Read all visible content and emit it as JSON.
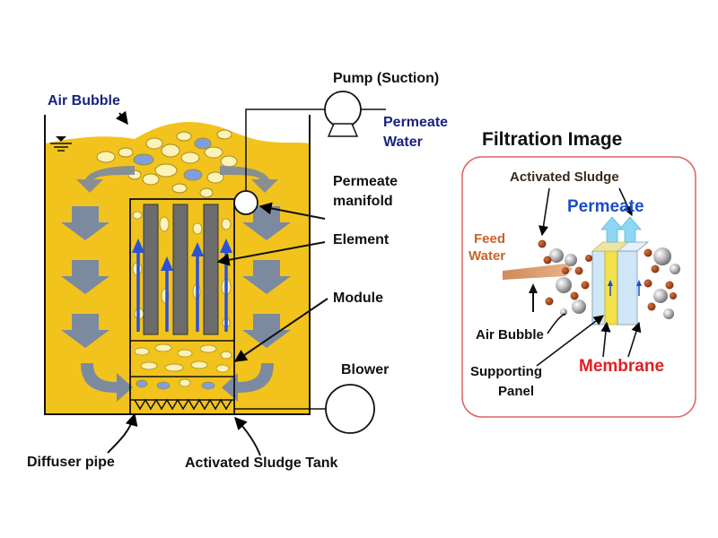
{
  "labels": {
    "pump": "Pump (Suction)",
    "air_bubble": "Air Bubble",
    "permeate_water_1": "Permeate",
    "permeate_water_2": "Water",
    "permeate_manifold_1": "Permeate",
    "permeate_manifold_2": "manifold",
    "element": "Element",
    "module": "Module",
    "blower": "Blower",
    "diffuser_pipe": "Diffuser pipe",
    "activated_sludge_tank": "Activated Sludge Tank"
  },
  "filtration": {
    "title": "Filtration Image",
    "activated_sludge": "Activated Sludge",
    "permeate": "Permeate",
    "feed_water_1": "Feed",
    "feed_water_2": "Water",
    "air_bubble": "Air Bubble",
    "supporting_panel_1": "Supporting",
    "supporting_panel_2": "Panel",
    "membrane": "Membrane"
  },
  "colors": {
    "sludge": "#f2c31d",
    "sludge_dark": "#d9a90f",
    "flow_arrow": "#7c8aa0",
    "bubble_fill": "#fdf2b8",
    "bubble_blue": "#7d9fe0",
    "element_bar": "#6c6c6c",
    "up_arrow": "#2a52d8",
    "panel_border": "#e06060",
    "membrane_yellow": "#f3e04a",
    "membrane_blue": "#cfe6f7",
    "sludge_particle": "#a0461e"
  }
}
